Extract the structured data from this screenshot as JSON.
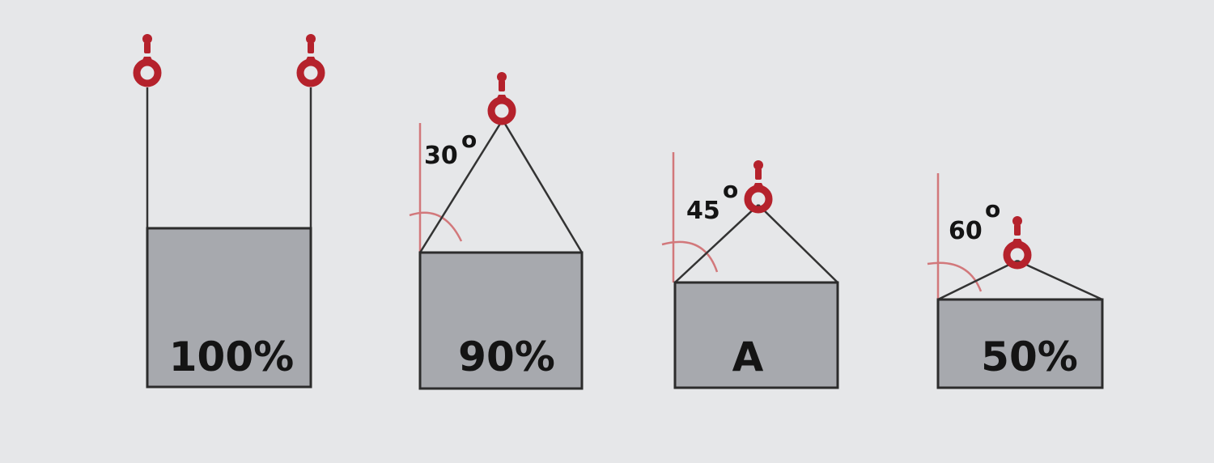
{
  "colors": {
    "background": "#e6e7e9",
    "load_fill": "#a7a9ae",
    "sling": "#333333",
    "hook": "#b5222c",
    "angle_reference": "#d2787b"
  },
  "configurations": [
    {
      "id": "vertical",
      "angle_value": "",
      "angle_unit": "",
      "load_label": "100%"
    },
    {
      "id": "angle-30",
      "angle_value": "30",
      "angle_unit": "o",
      "load_label": "90%"
    },
    {
      "id": "angle-45",
      "angle_value": "45",
      "angle_unit": "o",
      "load_label": "A"
    },
    {
      "id": "angle-60",
      "angle_value": "60",
      "angle_unit": "o",
      "load_label": "50%"
    }
  ]
}
